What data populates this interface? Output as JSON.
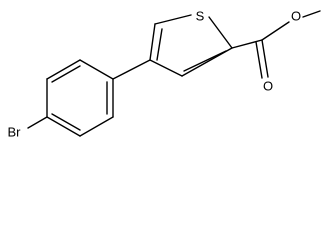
{
  "molecule": {
    "atoms": {
      "sulfur": "S",
      "bromine": "Br",
      "carbonyl_oxygen": "O",
      "ester_oxygen": "O"
    }
  }
}
